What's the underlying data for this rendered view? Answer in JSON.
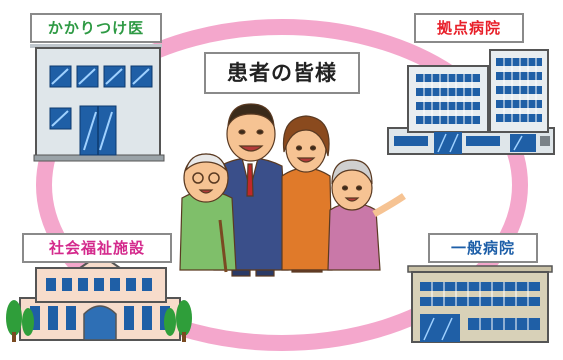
{
  "title": "患者の皆様",
  "nodes": {
    "clinic": {
      "label": "かかりつけ医",
      "color": "#2e9a44"
    },
    "core": {
      "label": "拠点病院",
      "color": "#e8202a"
    },
    "welfare": {
      "label": "社会福祉施設",
      "color": "#d42a8c"
    },
    "general": {
      "label": "一般病院",
      "color": "#1e5fa8"
    }
  },
  "ring_color": "#f4a7cc"
}
